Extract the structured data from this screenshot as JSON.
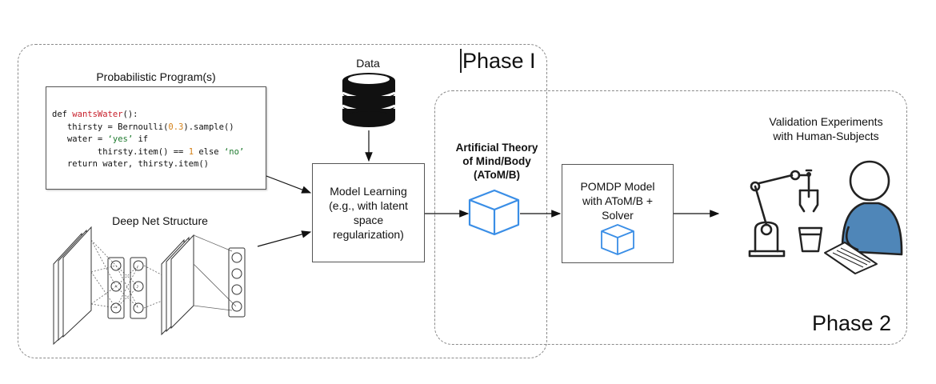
{
  "phases": {
    "phase1": "Phase I",
    "phase2": "Phase 2"
  },
  "program": {
    "title": "Probabilistic Program(s)",
    "lines": [
      [
        "def ",
        "wantsWater",
        "():"
      ],
      [
        "   thirsty = Bernoulli(",
        "0.3",
        ").sample()"
      ],
      [
        "   water = ",
        "‘yes’",
        " if"
      ],
      [
        "         thirsty.item() == ",
        "1",
        " else ",
        "‘no’"
      ],
      [
        "   return water, thirsty.item()"
      ]
    ]
  },
  "deepnet": {
    "title": "Deep Net Structure"
  },
  "data": {
    "title": "Data"
  },
  "learning": {
    "text": "Model Learning\n(e.g., with latent\nspace\nregularization)"
  },
  "atom": {
    "title": "Artificial Theory\nof Mind/Body\n(AToM/B)"
  },
  "pomdp": {
    "text": "POMDP Model\nwith AToM/B +\nSolver"
  },
  "validation": {
    "title": "Validation Experiments\nwith Human-Subjects"
  },
  "colors": {
    "accent_blue": "#3a8ee6",
    "dash_gray": "#8a8a8a",
    "fn_red": "#c8202c",
    "num_orange": "#d4821a",
    "str_green": "#1e7a2e"
  },
  "icons": [
    "database-icon",
    "cube-icon",
    "robot-arm-icon",
    "cup-icon",
    "person-icon"
  ]
}
